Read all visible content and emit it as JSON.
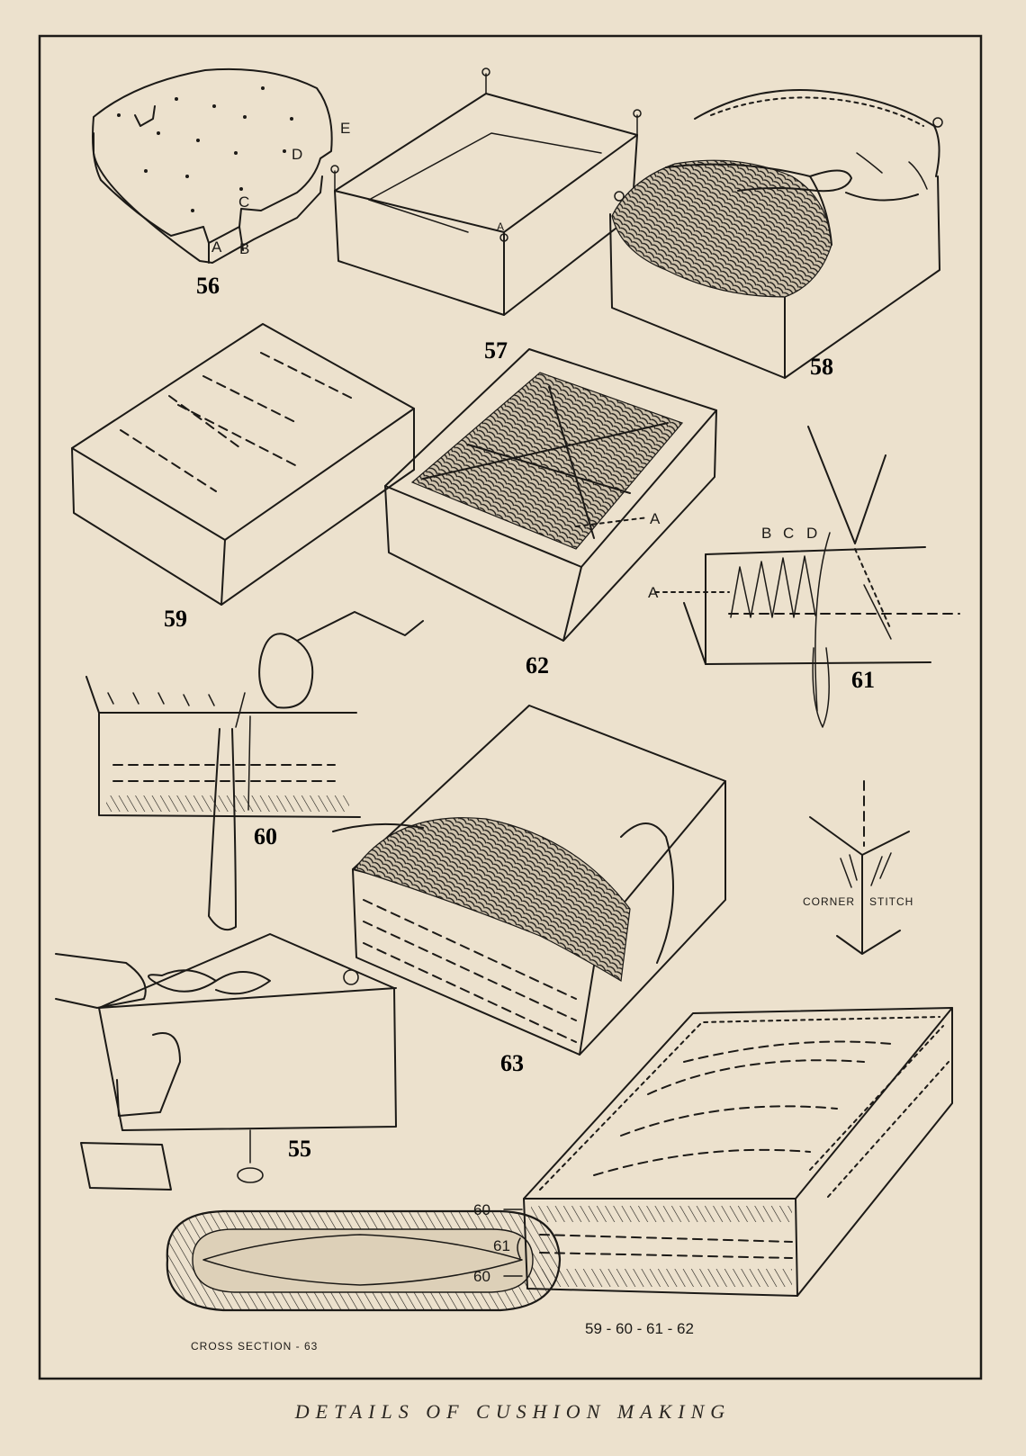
{
  "caption": "DETAILS OF CUSHION MAKING",
  "figures": {
    "f55": "55",
    "f56": "56",
    "f57": "57",
    "f58": "58",
    "f59": "59",
    "f60": "60",
    "f61": "61",
    "f62": "62",
    "f63": "63"
  },
  "point_labels": {
    "a": "A",
    "b": "B",
    "c": "C",
    "d": "D",
    "e": "E"
  },
  "annotations": {
    "corner_stitch_left": "CORNER",
    "corner_stitch_right": "STITCH",
    "cross_section": "CROSS SECTION - 63",
    "combined_ref": "59 - 60 - 61 - 62",
    "side_60_top": "60",
    "side_61": "61",
    "side_60_bottom": "60"
  },
  "colors": {
    "paper": "#ece1cd",
    "ink": "#1c1a17"
  }
}
